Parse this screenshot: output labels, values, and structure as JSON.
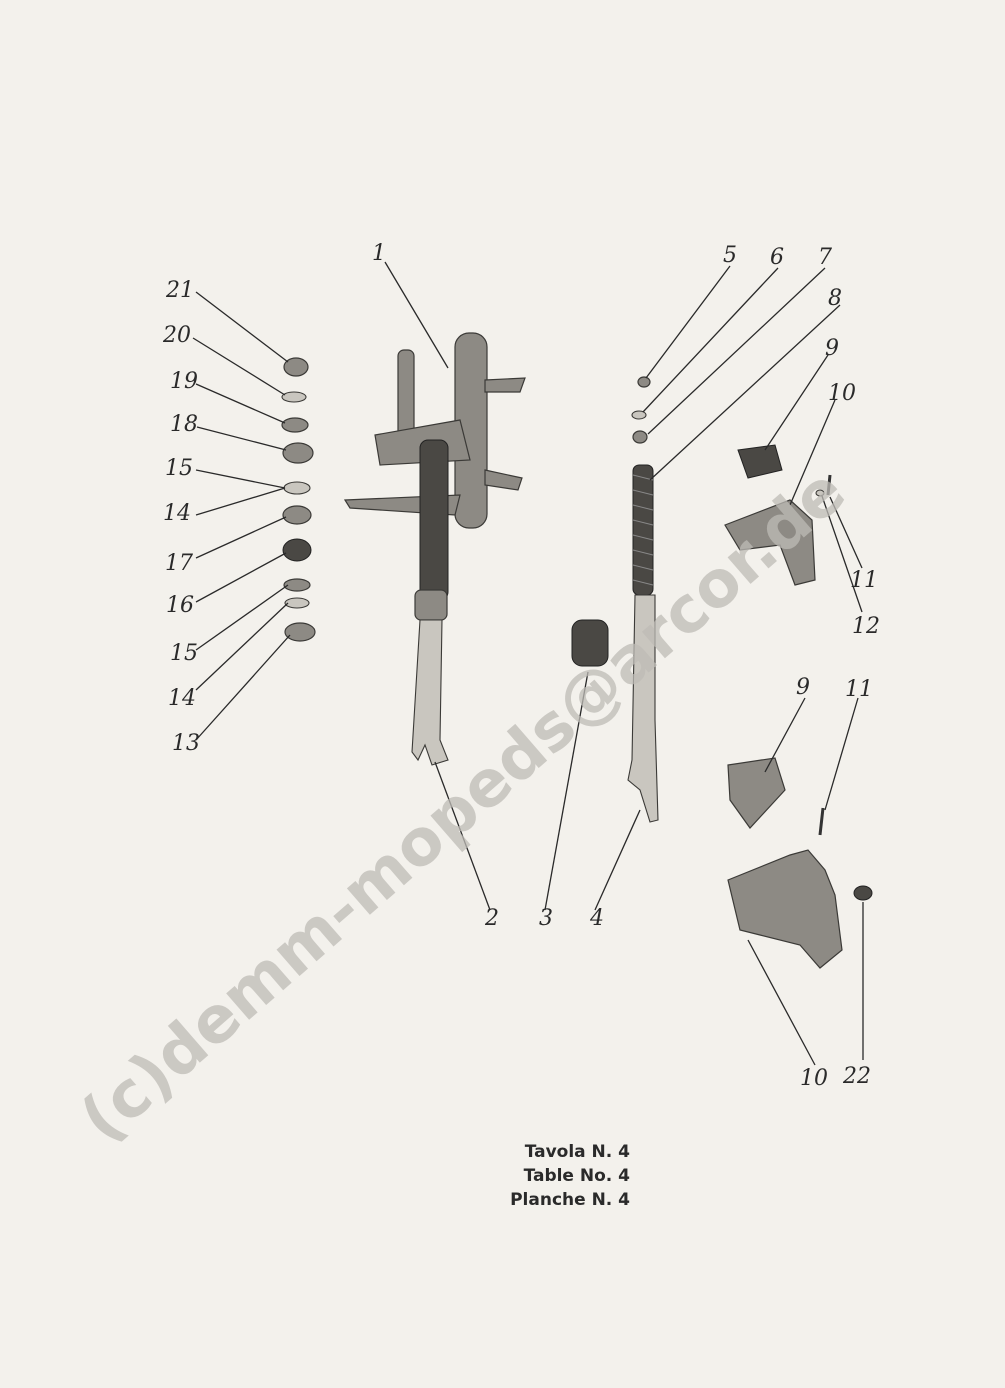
{
  "callouts": {
    "n1": "1",
    "n2": "2",
    "n3": "3",
    "n4": "4",
    "n5": "5",
    "n6": "6",
    "n7": "7",
    "n8": "8",
    "n9a": "9",
    "n10a": "10",
    "n11a": "11",
    "n12": "12",
    "n9b": "9",
    "n11b": "11",
    "n10b": "10",
    "n22": "22",
    "n21": "21",
    "n20": "20",
    "n19": "19",
    "n18": "18",
    "n15a": "15",
    "n14a": "14",
    "n17": "17",
    "n16": "16",
    "n15b": "15",
    "n14b": "14",
    "n13": "13"
  },
  "caption": {
    "line1": "Tavola N. 4",
    "line2": "Table No. 4",
    "line3": "Planche N. 4"
  },
  "watermark": "(c)demm-mopeds@arcor.de"
}
